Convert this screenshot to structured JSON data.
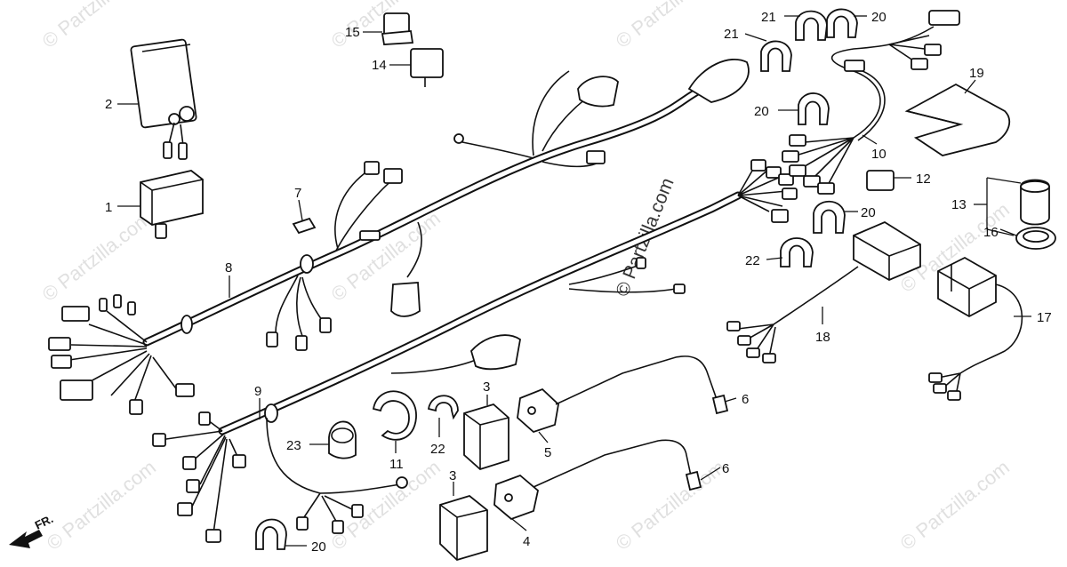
{
  "callouts": [
    {
      "id": "1",
      "text": "1"
    },
    {
      "id": "2",
      "text": "2"
    },
    {
      "id": "3a",
      "text": "3"
    },
    {
      "id": "3b",
      "text": "3"
    },
    {
      "id": "4",
      "text": "4"
    },
    {
      "id": "5",
      "text": "5"
    },
    {
      "id": "6a",
      "text": "6"
    },
    {
      "id": "6b",
      "text": "6"
    },
    {
      "id": "7",
      "text": "7"
    },
    {
      "id": "8",
      "text": "8"
    },
    {
      "id": "9",
      "text": "9"
    },
    {
      "id": "10",
      "text": "10"
    },
    {
      "id": "11",
      "text": "11"
    },
    {
      "id": "12",
      "text": "12"
    },
    {
      "id": "13",
      "text": "13"
    },
    {
      "id": "14",
      "text": "14"
    },
    {
      "id": "15",
      "text": "15"
    },
    {
      "id": "16",
      "text": "16"
    },
    {
      "id": "17",
      "text": "17"
    },
    {
      "id": "18",
      "text": "18"
    },
    {
      "id": "19",
      "text": "19"
    },
    {
      "id": "20a",
      "text": "20"
    },
    {
      "id": "20b",
      "text": "20"
    },
    {
      "id": "20c",
      "text": "20"
    },
    {
      "id": "20d",
      "text": "20"
    },
    {
      "id": "21a",
      "text": "21"
    },
    {
      "id": "21b",
      "text": "21"
    },
    {
      "id": "22a",
      "text": "22"
    },
    {
      "id": "22b",
      "text": "22"
    },
    {
      "id": "23",
      "text": "23"
    }
  ],
  "front_marker": "FR.",
  "watermark": "© Partzilla.com"
}
